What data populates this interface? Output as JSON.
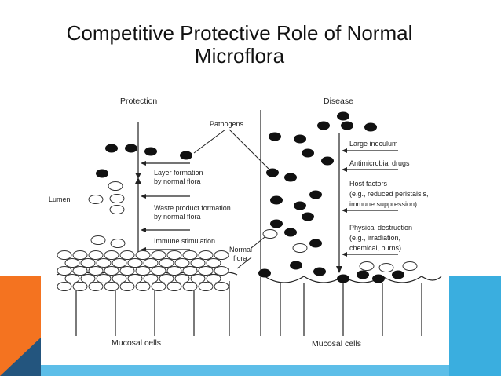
{
  "slide": {
    "title_line1": "Competitive Protective Role of Normal",
    "title_line2": "Microflora",
    "colors": {
      "orange": "#F47320",
      "blue": "#3AAEDF",
      "navy": "#23557E"
    }
  },
  "diagram": {
    "protection_header": "Protection",
    "disease_header": "Disease",
    "pathogens_label": "Pathogens",
    "lumen_label": "Lumen",
    "normal_flora_label_1": "Normal",
    "normal_flora_label_2": "flora",
    "mucosal_left": "Mucosal cells",
    "mucosal_right": "Mucosal cells",
    "protection_items": [
      [
        "Layer formation",
        "by normal flora"
      ],
      [
        "Waste product formation",
        "by normal flora"
      ],
      [
        "Immune stimulation"
      ]
    ],
    "disease_items": [
      [
        "Large inoculum"
      ],
      [
        "Antimicrobial drugs"
      ],
      [
        "Host factors",
        "(e.g., reduced peristalsis,",
        "immune suppression)"
      ],
      [
        "Physical destruction",
        "(e.g., irradiation,",
        "chemical, burns)"
      ]
    ]
  }
}
